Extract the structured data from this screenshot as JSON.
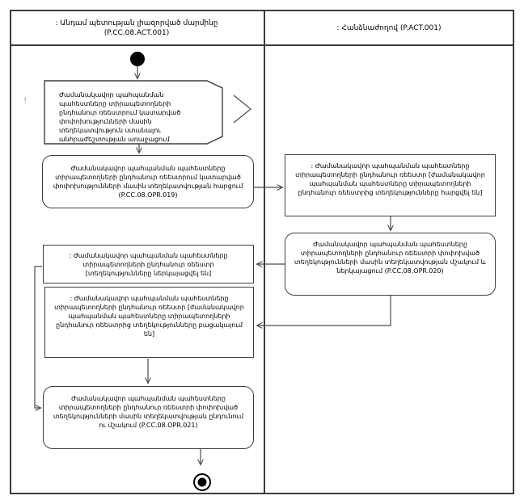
{
  "colors": {
    "frame_line": "#3c3c3c",
    "node_line": "#3f3f3f",
    "connector_line": "#4a4a4a",
    "text": "#000000",
    "background": "#ffffff"
  },
  "lanes": {
    "left": {
      "title_line1": ": Անդամ պետության լիազորված մարմինը",
      "title_line2": "(P.CC.08.ACT.001)"
    },
    "right": {
      "title": ": Հանձնաժողով (P.ACT.001)"
    }
  },
  "marks": {
    "exclamation": "!"
  },
  "nodes": {
    "initial_event": {
      "text": "Ժամանակավոր պահպանման պահեստները տիրապետողների ընդհանուր ռեեստրում կատարված փոփոխությունների մասին տեղեկատվություն ստանալու անհրաժեշտության առաջացում"
    },
    "request_info_action": {
      "text": "Ժամանակավոր պահպանման պահեստները տիրապետողների ընդհանուր ռեեստրում կատարված փոփոխությունների մասին տեղեկատվության հարցում (P.CC.08.OPR.019)"
    },
    "registry_requested_object": {
      "text": ": Ժամանակավոր պահպանման պահեստները տիրապետողների ընդհանուր ռեեստր [ժամանակավոր պահպանման պահեստները տիրապետողների ընդհանուր ռեեստրից տեղեկությունները հարցվել են]"
    },
    "process_and_submit_action": {
      "text": "Ժամանակավոր պահպանման պահեստները տիրապետողների ընդհանուր ռեեստրի փոփոխված տեղեկությունների մասին տեղեկատվության մշակում և ներկայացում (P.CC.08.OPR.020)"
    },
    "registry_submitted_object": {
      "text": ": Ժամանակավոր պահպանման պահեստները տիրապետողների ընդհանուր ռեեստր [տեղեկությունները ներկայացվել են]"
    },
    "registry_absent_object": {
      "text": ": Ժամանակավոր պահպանման պահեստները տիրապետողների ընդհանուր ռեեստր [ժամանակավոր պահպանման պահեստները տիրապետողների ընդհանուր ռեեստրից տեղեկությունները բացակայում են]"
    },
    "receive_and_process_action": {
      "text": "Ժամանակավոր պահպանման պահեստները տիրապետողների ընդհանուր ռեեստրի փոփոխված տեղեկությունների մասին տեղեկատվության ընդունում ու մշակում (P.CC.08.OPR.021)"
    }
  }
}
